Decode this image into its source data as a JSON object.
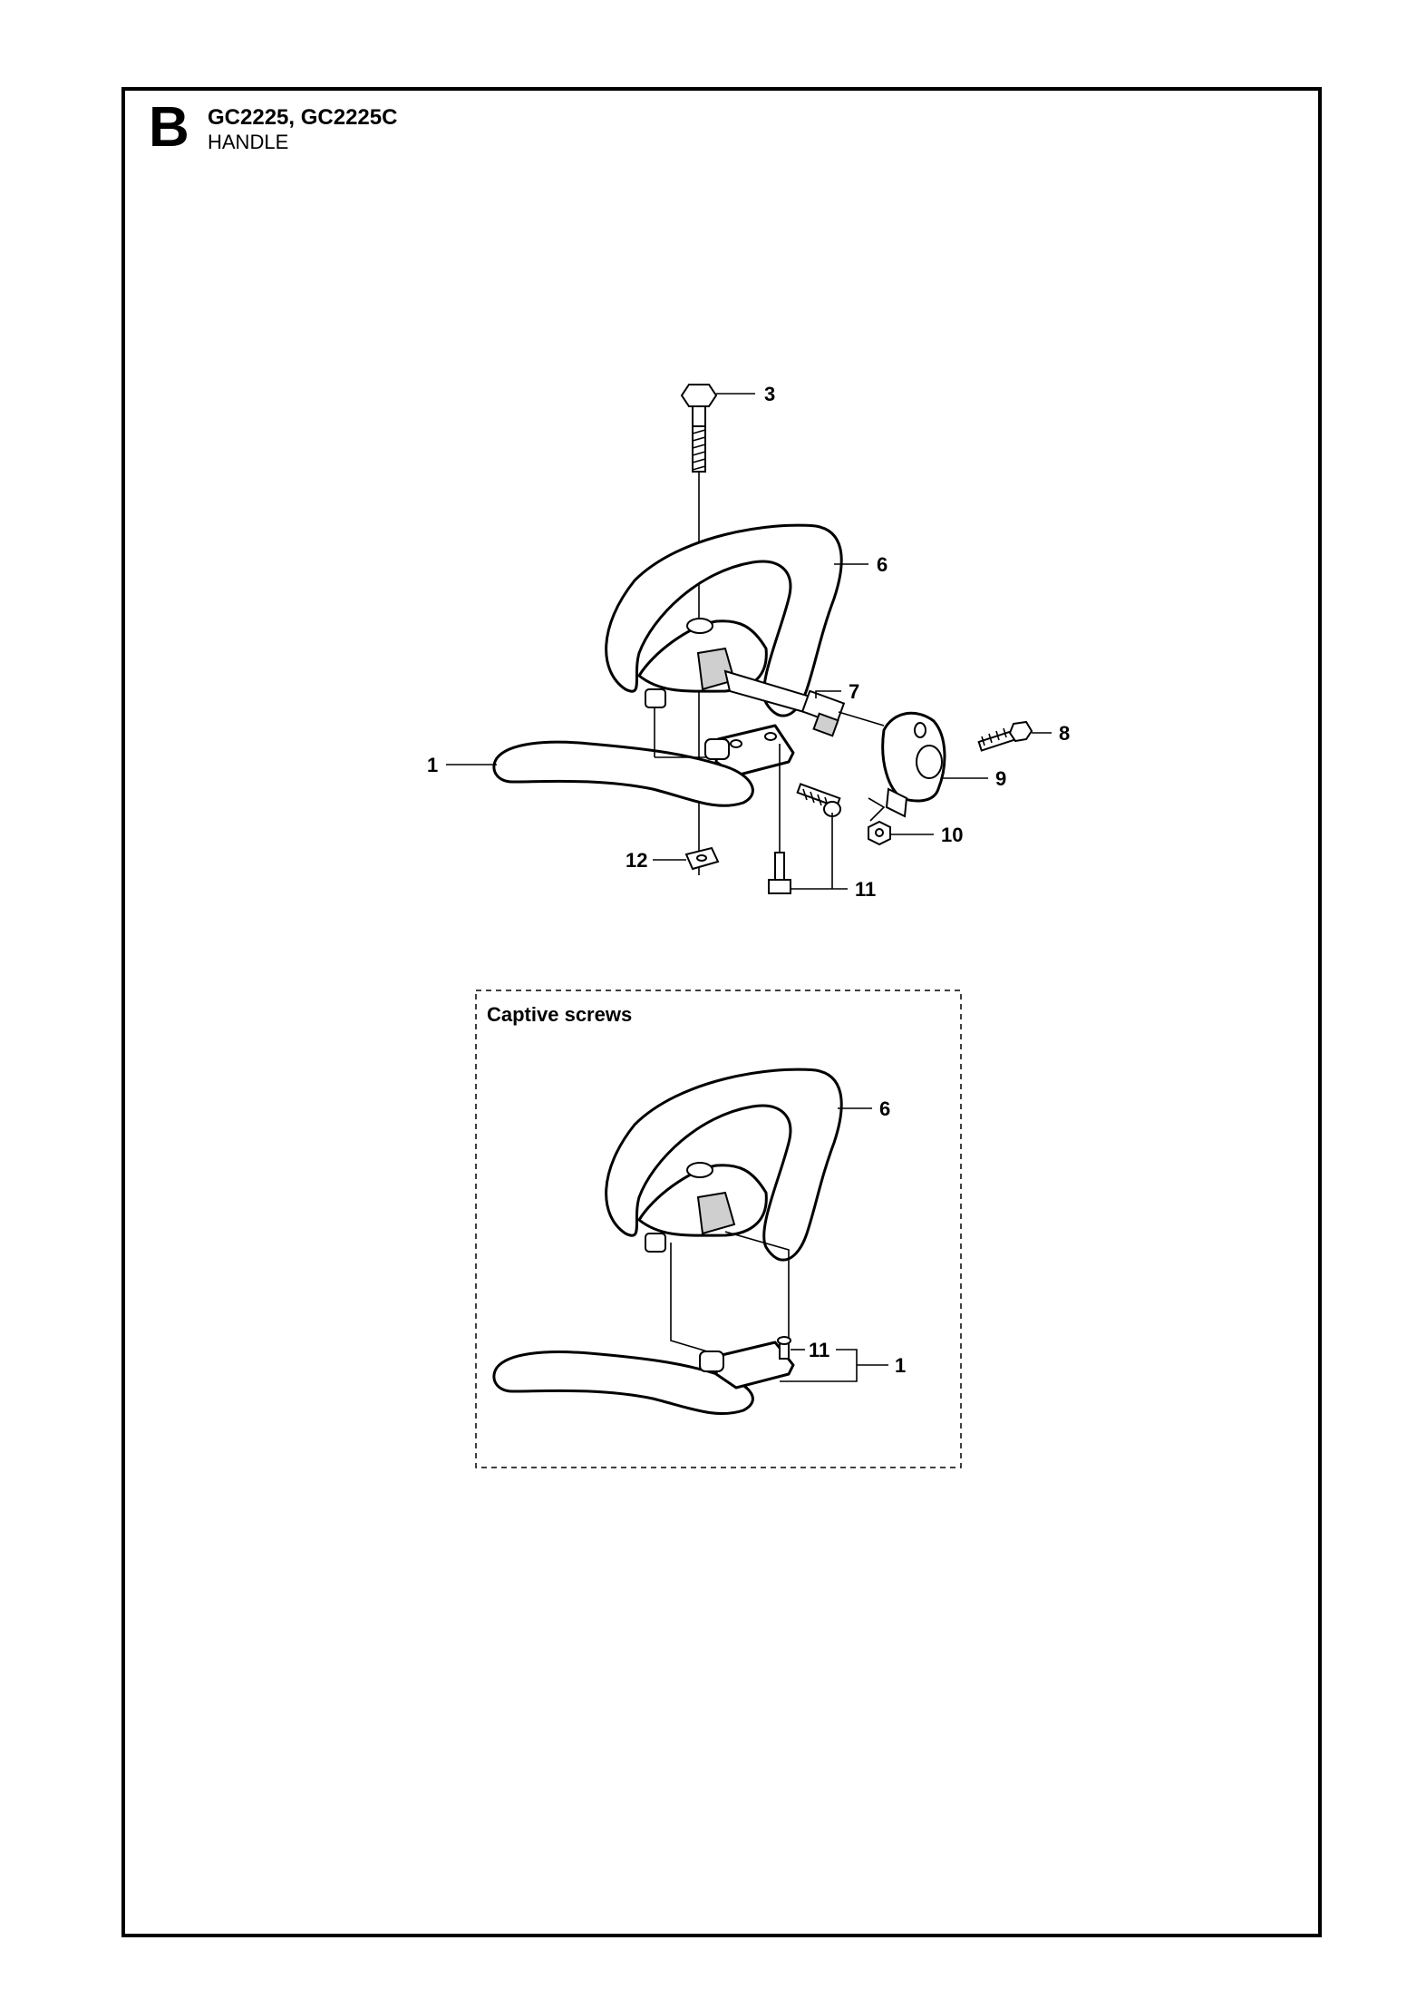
{
  "header": {
    "section_letter": "B",
    "models": "GC2225, GC2225C",
    "subtitle": "HANDLE"
  },
  "exploded_view": {
    "callouts": [
      "3",
      "6",
      "7",
      "8",
      "1",
      "9",
      "10",
      "12",
      "11"
    ]
  },
  "inset": {
    "title": "Captive screws",
    "callouts": [
      "6",
      "11",
      "1"
    ]
  }
}
